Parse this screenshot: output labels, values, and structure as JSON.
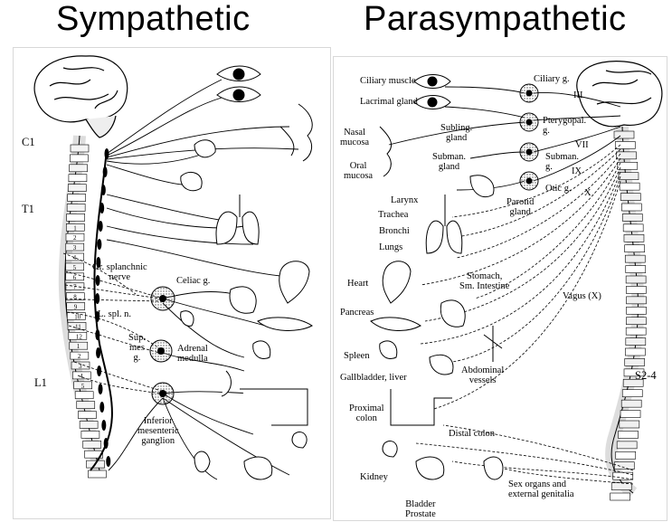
{
  "titles": {
    "sympathetic": "Sympathetic",
    "parasympathetic": "Parasympathetic"
  },
  "sympathetic": {
    "spine_labels": {
      "c1": "C1",
      "t1": "T1",
      "l1": "L1"
    },
    "vertebra_numbers": [
      "1",
      "2",
      "3",
      "4",
      "5",
      "6",
      "7",
      "8",
      "9",
      "10",
      "11",
      "12",
      "1",
      "2",
      "3",
      "4",
      "5"
    ],
    "labels": {
      "gr_splanchnic": "Gr. splanchnic\nnerve",
      "celiac": "Celiac g.",
      "l_spl": "L. spl. n.",
      "sup_mes": "Sup.\nmes\ng.",
      "adrenal": "Adrenal\nmedulla",
      "inferior_mes": "Inferior\nmesenteric\nganglion"
    }
  },
  "parasympathetic": {
    "organ_labels": {
      "ciliary_muscle": "Ciliary muscle",
      "lacrimal": "Lacrimal gland",
      "nasal": "Nasal\nmucosa",
      "oral": "Oral\nmucosa",
      "subling": "Subling.\ngland",
      "subman_gland": "Subman.\ngland",
      "larynx": "Larynx",
      "trachea": "Trachea",
      "bronchi": "Bronchi",
      "lungs": "Lungs",
      "heart": "Heart",
      "stomach": "Stomach,\nSm. Intestine",
      "pancreas": "Pancreas",
      "spleen": "Spleen",
      "gallbladder": "Gallbladder, liver",
      "abdominal": "Abdominal\nvessels",
      "proximal_colon": "Proximal\ncolon",
      "distal_colon": "Distal colon",
      "kidney": "Kidney",
      "bladder": "Bladder\nProstate",
      "sex_organs": "Sex organs and\nexternal genitalia",
      "parotid": "Parotid\ngland"
    },
    "ganglion_labels": {
      "ciliary_g": "Ciliary g.",
      "pterygopal": "Pterygopal.\ng.",
      "subman_g": "Subman.\ng.",
      "otic": "Otic g."
    },
    "nerve_labels": {
      "III": "III",
      "VII": "VII",
      "IX": "IX",
      "X": "X",
      "vagus": "Vagus (X)",
      "s24": "S2-4"
    }
  }
}
